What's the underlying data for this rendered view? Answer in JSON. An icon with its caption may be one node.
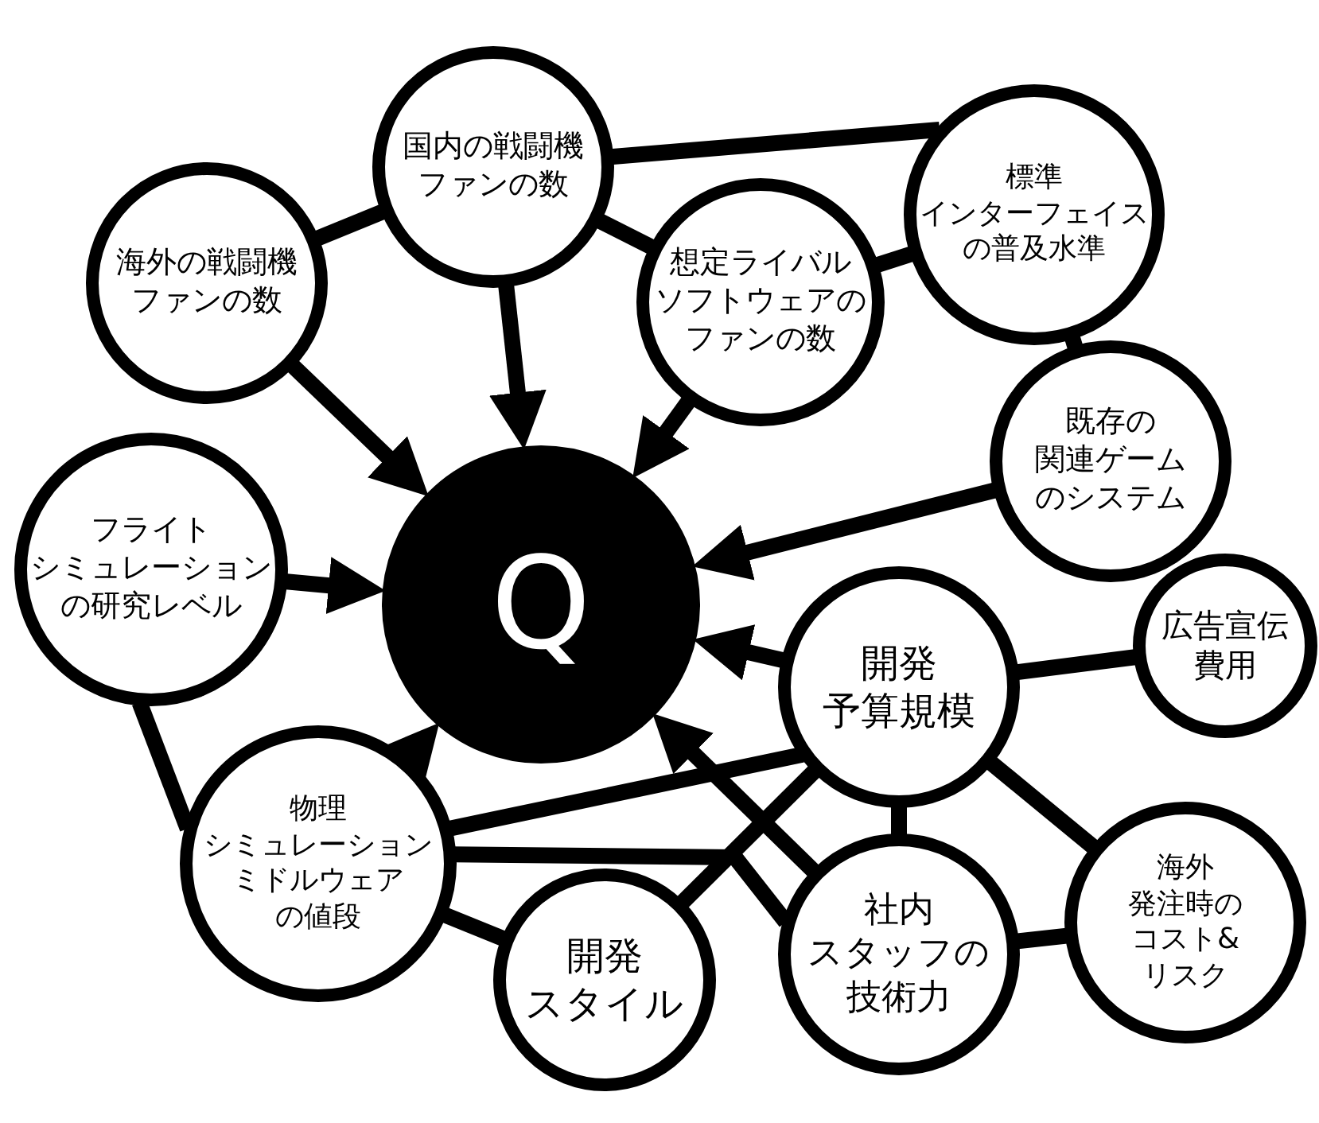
{
  "diagram": {
    "nodes": [
      {
        "text": [
          "国内の戦闘機ファンの数"
        ]
      },
      {
        "text": [
          "海外の戦闘機ファンの数"
        ]
      },
      {
        "text": [
          "想定ライバルソフトウェアのファンの数"
        ]
      },
      {
        "text": [
          "標準インターフェイスの普及水準"
        ]
      },
      {
        "text": [
          "既存の関連ゲームのシステム"
        ]
      },
      {
        "text": [
          "フライトシミュレーションの研究レベル"
        ]
      },
      {
        "text": [
          "Q"
        ]
      },
      {
        "text": [
          "開発予算規模"
        ]
      },
      {
        "text": [
          "広告宣伝費用"
        ]
      },
      {
        "text": [
          "物理シミュレーションミドルウェアの値段"
        ]
      },
      {
        "text": [
          "開発スタイル"
        ]
      },
      {
        "text": [
          "社内スタッフの技術力"
        ]
      },
      {
        "text": [
          "海外発注時のコスト&リスク"
        ]
      }
    ],
    "edges": [
      {
        "from": 0,
        "to": 6,
        "arrow": "to"
      },
      {
        "from": 1,
        "to": 6,
        "arrow": "to"
      },
      {
        "from": 2,
        "to": 6,
        "arrow": "to"
      },
      {
        "from": 4,
        "to": 6,
        "arrow": "to"
      },
      {
        "from": 5,
        "to": 6,
        "arrow": "to"
      },
      {
        "from": 7,
        "to": 6,
        "arrow": "to"
      },
      {
        "from": 9,
        "to": 6,
        "arrow": "to"
      },
      {
        "from": 11,
        "to": 6,
        "arrow": "to"
      },
      {
        "from": 0,
        "to": 1,
        "arrow": "none"
      },
      {
        "from": 0,
        "to": 2,
        "arrow": "none"
      },
      {
        "from": 0,
        "to": 3,
        "arrow": "none"
      },
      {
        "from": 2,
        "to": 3,
        "arrow": "none"
      },
      {
        "from": 3,
        "to": 4,
        "arrow": "none"
      },
      {
        "from": 7,
        "to": 8,
        "arrow": "none"
      },
      {
        "from": 7,
        "to": 9,
        "arrow": "none"
      },
      {
        "from": 7,
        "to": 10,
        "arrow": "none"
      },
      {
        "from": 7,
        "to": 11,
        "arrow": "none"
      },
      {
        "from": 7,
        "to": 12,
        "arrow": "none"
      },
      {
        "from": 5,
        "to": 9,
        "arrow": "none"
      },
      {
        "from": 9,
        "to": 10,
        "arrow": "none"
      },
      {
        "from": 9,
        "to": 11,
        "arrow": "none"
      },
      {
        "from": 11,
        "to": 12,
        "arrow": "none"
      }
    ]
  }
}
